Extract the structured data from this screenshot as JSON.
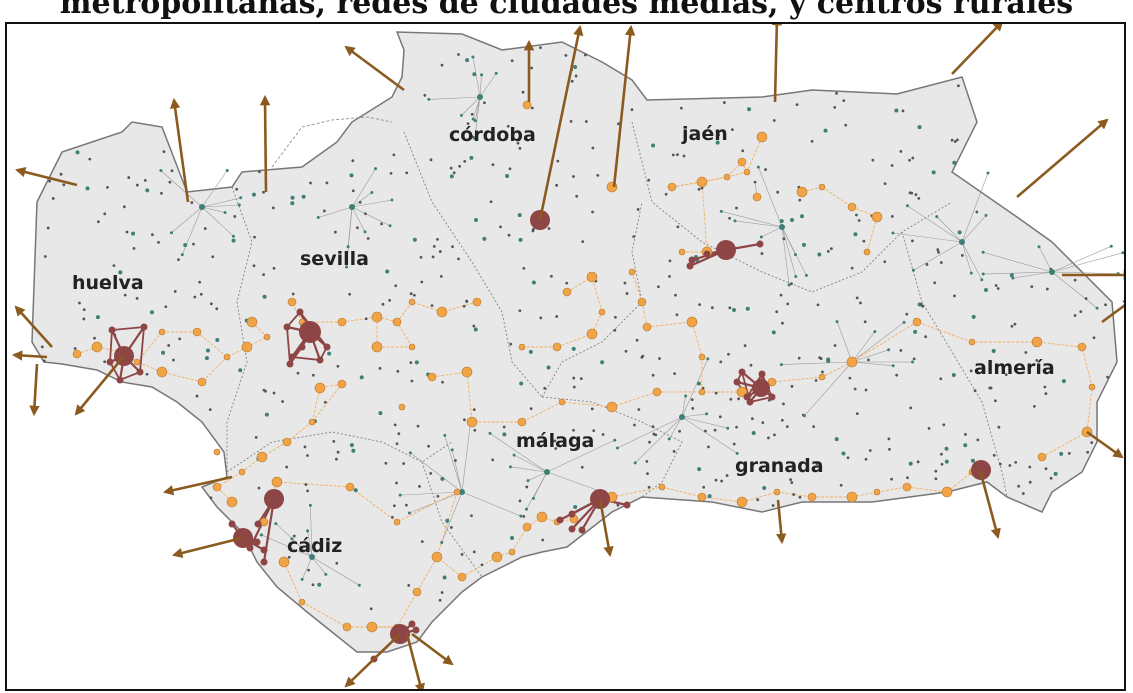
{
  "title": "metropolitanas, redes de ciudades medias, y centros rurales",
  "provinces": [
    {
      "id": "cordoba",
      "name": "córdoba"
    },
    {
      "id": "jaen",
      "name": "jaén"
    },
    {
      "id": "sevilla",
      "name": "sevilla"
    },
    {
      "id": "huelva",
      "name": "huelva"
    },
    {
      "id": "almeria",
      "name": "almería"
    },
    {
      "id": "malaga",
      "name": "málaga"
    },
    {
      "id": "granada",
      "name": "granada"
    },
    {
      "id": "cadiz",
      "name": "cádiz"
    }
  ],
  "colors": {
    "land": "#e8e8e8",
    "border": "#8a8a8a",
    "metro": "#8e4545",
    "medium_city": "#f0a445",
    "rural": "#3f7f78",
    "small_dot": "#555555",
    "arrow": "#8a5a1e",
    "orange_link": "#f2b060",
    "grey_link": "#9a9a9a"
  }
}
